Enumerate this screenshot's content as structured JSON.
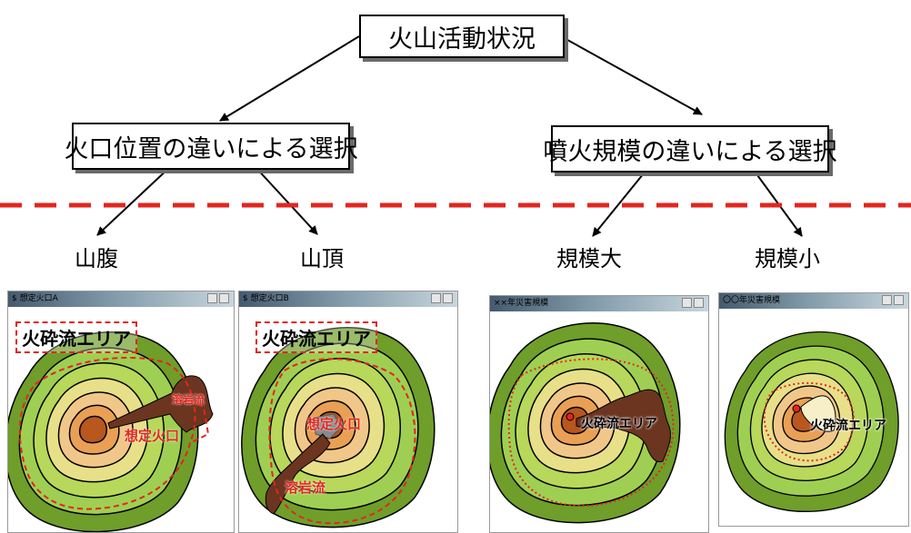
{
  "root": {
    "label": "火山活動状況"
  },
  "branches": [
    {
      "label": "火口位置の違いによる選択",
      "leaves": [
        "山腹",
        "山頂"
      ]
    },
    {
      "label": "噴火規模の違いによる選択",
      "leaves": [
        "規模大",
        "規模小"
      ]
    }
  ],
  "divider": {
    "color": "#e3261f",
    "style": "dashed"
  },
  "panels": [
    {
      "title": "$ 想定火口A",
      "area_tag": "火砕流エリア",
      "vent_label": "想定火口",
      "flow_label": "溶岩流"
    },
    {
      "title": "$ 想定火口B",
      "area_tag": "火砕流エリア",
      "vent_label": "想定火口",
      "flow_label": "溶岩流"
    },
    {
      "title": "××年災害規模",
      "flow_label": "火砕流エリア"
    },
    {
      "title": "〇〇年災害規模",
      "flow_label": "火砕流エリア"
    }
  ],
  "colors": {
    "contour_outer": "#6f9e2a",
    "contour_green": "#9fcf52",
    "contour_lime": "#c6dd63",
    "contour_yellow": "#e8e089",
    "contour_orange": "#e9a054",
    "contour_core": "#b8571e",
    "lava": "#6b3520",
    "hazard_red": "#e3261f"
  }
}
